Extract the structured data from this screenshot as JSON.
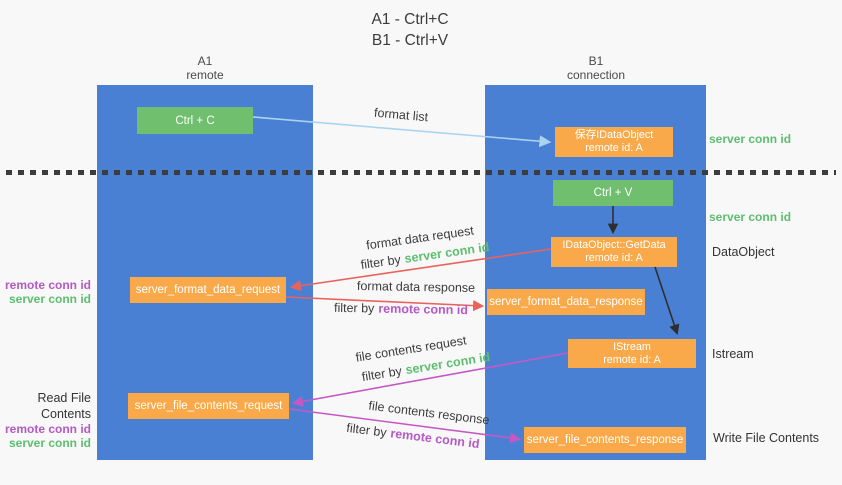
{
  "title": {
    "line1": "A1 - Ctrl+C",
    "line2": "B1 - Ctrl+V"
  },
  "lanes": {
    "a1": {
      "id": "A1",
      "subtitle": "remote"
    },
    "b1": {
      "id": "B1",
      "subtitle": "connection"
    }
  },
  "nodes": {
    "ctrl_c": {
      "label": "Ctrl + C"
    },
    "save_idataobject": {
      "line1": "保存IDataObject",
      "line2": "remote id: A"
    },
    "ctrl_v": {
      "label": "Ctrl + V"
    },
    "getdata": {
      "line1": "IDataObject::GetData",
      "line2": "remote id: A"
    },
    "server_format_data_request": {
      "label": "server_format_data_request"
    },
    "server_format_data_response": {
      "label": "server_format_data_response"
    },
    "istream": {
      "line1": "IStream",
      "line2": "remote id: A"
    },
    "server_file_contents_request": {
      "label": "server_file_contents_request"
    },
    "server_file_contents_response": {
      "label": "server_file_contents_response"
    }
  },
  "arrow_labels": {
    "format_list": "format list",
    "format_data_request": "format data request",
    "format_data_response": "format data response",
    "file_contents_request": "file contents request",
    "file_contents_response": "file contents response",
    "filter_by": "filter by",
    "server_conn_id": "server conn id",
    "remote_conn_id": "remote conn id"
  },
  "side_labels": {
    "server_conn_id": "server conn id",
    "remote_conn_id": "remote conn id",
    "dataobject": "DataObject",
    "istream": "Istream",
    "read_file_contents": "Read File Contents",
    "write_file_contents": "Write File Contents"
  },
  "colors": {
    "lane_blue": "#4A80D4",
    "node_orange": "#F9A94A",
    "node_green": "#6FBF6F",
    "arrow_red": "#E8635C",
    "arrow_magenta": "#C558C5",
    "arrow_light_blue": "#A9D4F0",
    "arrow_black": "#2E2E2E",
    "text_green": "#5CBE6E",
    "text_purple": "#B459C6"
  }
}
